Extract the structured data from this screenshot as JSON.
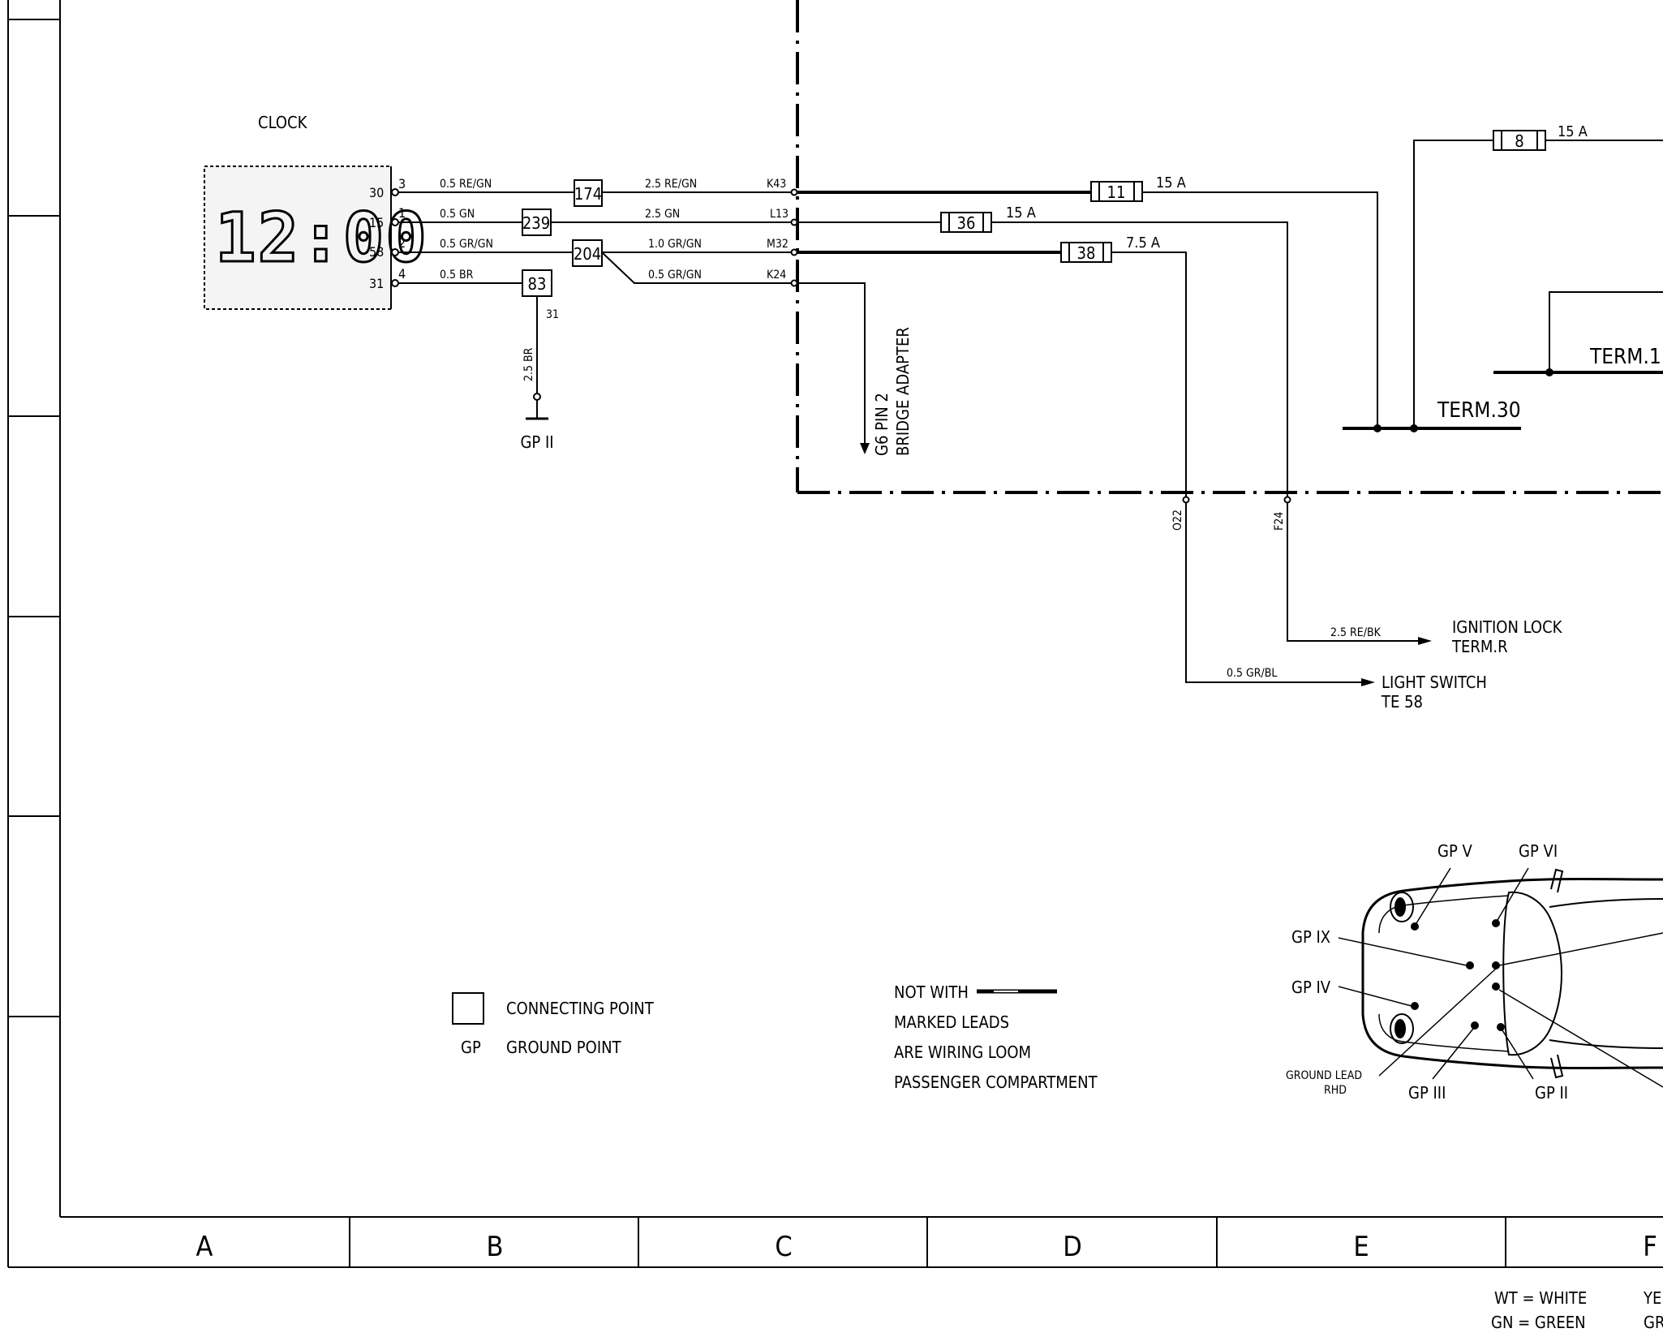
{
  "clock": {
    "title": "CLOCK",
    "display": "12:00",
    "pins": [
      {
        "terminal": "30",
        "pin": "3"
      },
      {
        "terminal": "15",
        "pin": "1"
      },
      {
        "terminal": "58",
        "pin": "2"
      },
      {
        "terminal": "31",
        "pin": "4"
      }
    ]
  },
  "wires": {
    "w1_left": "0.5 RE/GN",
    "w1_right": "2.5 RE/GN",
    "w2_left": "0.5 GN",
    "w2_right": "2.5 GN",
    "w3_left": "0.5 GR/GN",
    "w3_right": "1.0 GR/GN",
    "w4_left": "0.5 BR",
    "w4_right": "0.5 GR/GN",
    "ground_wire": "2.5 BR",
    "ignition_wire": "2.5 RE/BK",
    "light_wire": "0.5 GR/BL"
  },
  "connecting_points": [
    "174",
    "239",
    "204",
    "83"
  ],
  "ground_pin": "31",
  "ground_point": "GP II",
  "connectors": [
    "K43",
    "L13",
    "M32",
    "K24",
    "O22",
    "F24"
  ],
  "bridge_adapter": {
    "line1": "G6   PIN 2",
    "line2": "BRIDGE ADAPTER"
  },
  "fuses": [
    {
      "id": "11",
      "rating": "15 A"
    },
    {
      "id": "36",
      "rating": "15 A"
    },
    {
      "id": "38",
      "rating": "7.5 A"
    },
    {
      "id": "8",
      "rating": "15 A"
    }
  ],
  "terminals": {
    "term30": "TERM.30",
    "term15": "TERM.1"
  },
  "destinations": {
    "ignition_line1": "IGNITION LOCK",
    "ignition_line2": "TERM.R",
    "light_line1": "LIGHT SWITCH",
    "light_line2": "TE 58"
  },
  "legend": {
    "connecting_point": "CONNECTING POINT",
    "gp_abbr": "GP",
    "ground_point": "GROUND POINT",
    "note_line1": "NOT WITH",
    "note_line2": "MARKED LEADS",
    "note_line3": "ARE WIRING LOOM",
    "note_line4": "PASSENGER COMPARTMENT"
  },
  "car_ground_points": {
    "gp5": "GP V",
    "gp6": "GP VI",
    "gp9": "GP IX",
    "gp4": "GP IV",
    "gp3": "GP III",
    "gp2": "GP II",
    "ground_lead_line1": "GROUND LEAD",
    "ground_lead_line2": "RHD"
  },
  "columns": [
    "A",
    "B",
    "C",
    "D",
    "E",
    "F"
  ],
  "color_key": [
    {
      "text": "WT = WHITE"
    },
    {
      "text": "GN = GREEN"
    },
    {
      "text": "YE"
    },
    {
      "text": "GR"
    }
  ]
}
